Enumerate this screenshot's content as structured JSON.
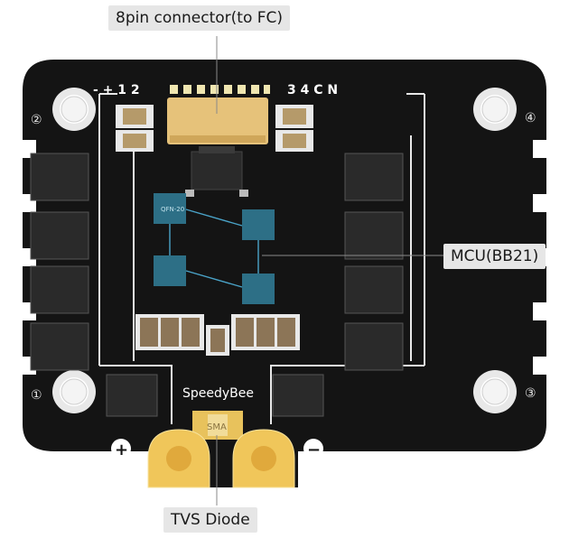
{
  "callouts": {
    "connector": "8pin connector(to FC)",
    "mcu": "MCU(BB21)",
    "tvs": "TVS Diode"
  },
  "board": {
    "brand": "SpeedyBee",
    "pad_left": "- + 1 2",
    "pad_right": "3 4 C N",
    "holes": [
      "①",
      "②",
      "③",
      "④"
    ],
    "tvs_marking": "SMA",
    "chip_marking": "QFN-20",
    "plus": "+",
    "minus": "−"
  },
  "colors": {
    "pcb": "#141414",
    "mosfet": "#2a2a2a",
    "mcu": "#2d6f86",
    "gold": "#e8c25c",
    "callout_bg": "#e6e6e6",
    "leader": "#8a8a8a"
  }
}
